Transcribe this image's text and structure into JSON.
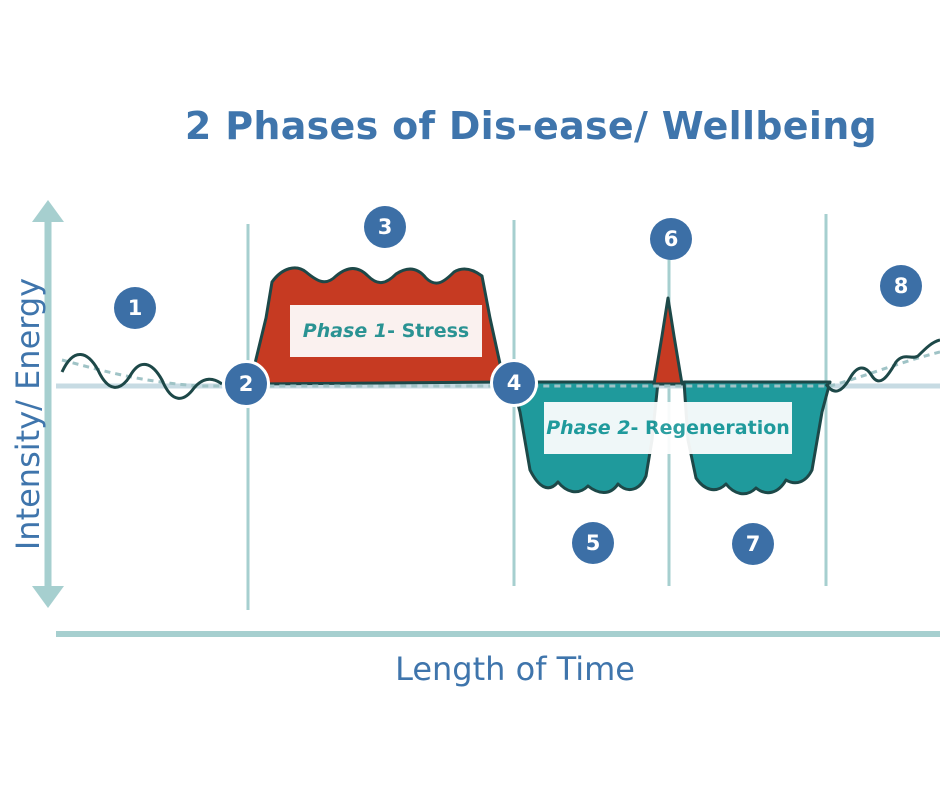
{
  "title": "2 Phases of Dis-ease/ Wellbeing",
  "axes": {
    "y_label": "Intensity/ Energy",
    "x_label": "Length of Time"
  },
  "phases": {
    "phase1": {
      "lead": "Phase 1",
      "rest": "- Stress"
    },
    "phase2": {
      "lead": "Phase 2",
      "rest": " - Regeneration"
    }
  },
  "markers": [
    "1",
    "2",
    "3",
    "4",
    "5",
    "6",
    "7",
    "8"
  ],
  "colors": {
    "title_blue": "#3f75ac",
    "badge_blue": "#3c6fa6",
    "axis_teal": "#a6cfcf",
    "stress_red": "#c63a22",
    "regeneration_teal": "#1f9a9c",
    "curve_dark": "#1d4848"
  }
}
